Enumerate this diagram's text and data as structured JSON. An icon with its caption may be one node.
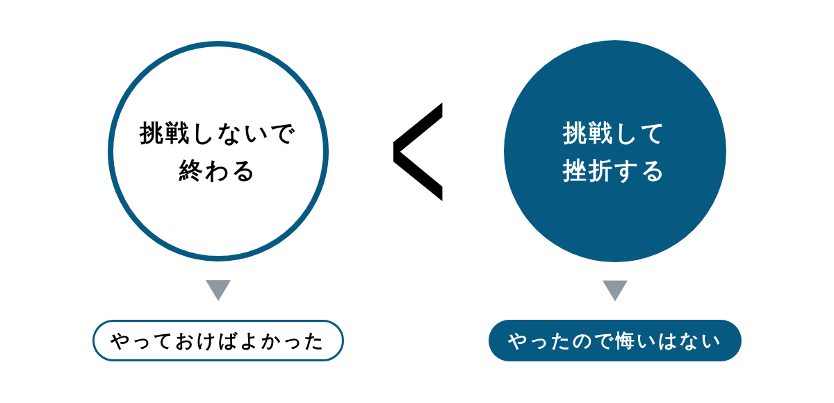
{
  "diagram": {
    "nodes": [
      {
        "text": [
          "挑戦しないで終わる"
        ]
      },
      {
        "text": [
          "挑戦して挫折する"
        ]
      },
      {
        "text": [
          "やっておけばよかった"
        ]
      },
      {
        "text": [
          "やったので悔いはない"
        ]
      }
    ],
    "edges": [
      {
        "from": 0,
        "to": 2,
        "arrow": "to"
      },
      {
        "from": 1,
        "to": 3,
        "arrow": "to"
      }
    ],
    "labels": [
      "<"
    ]
  }
}
